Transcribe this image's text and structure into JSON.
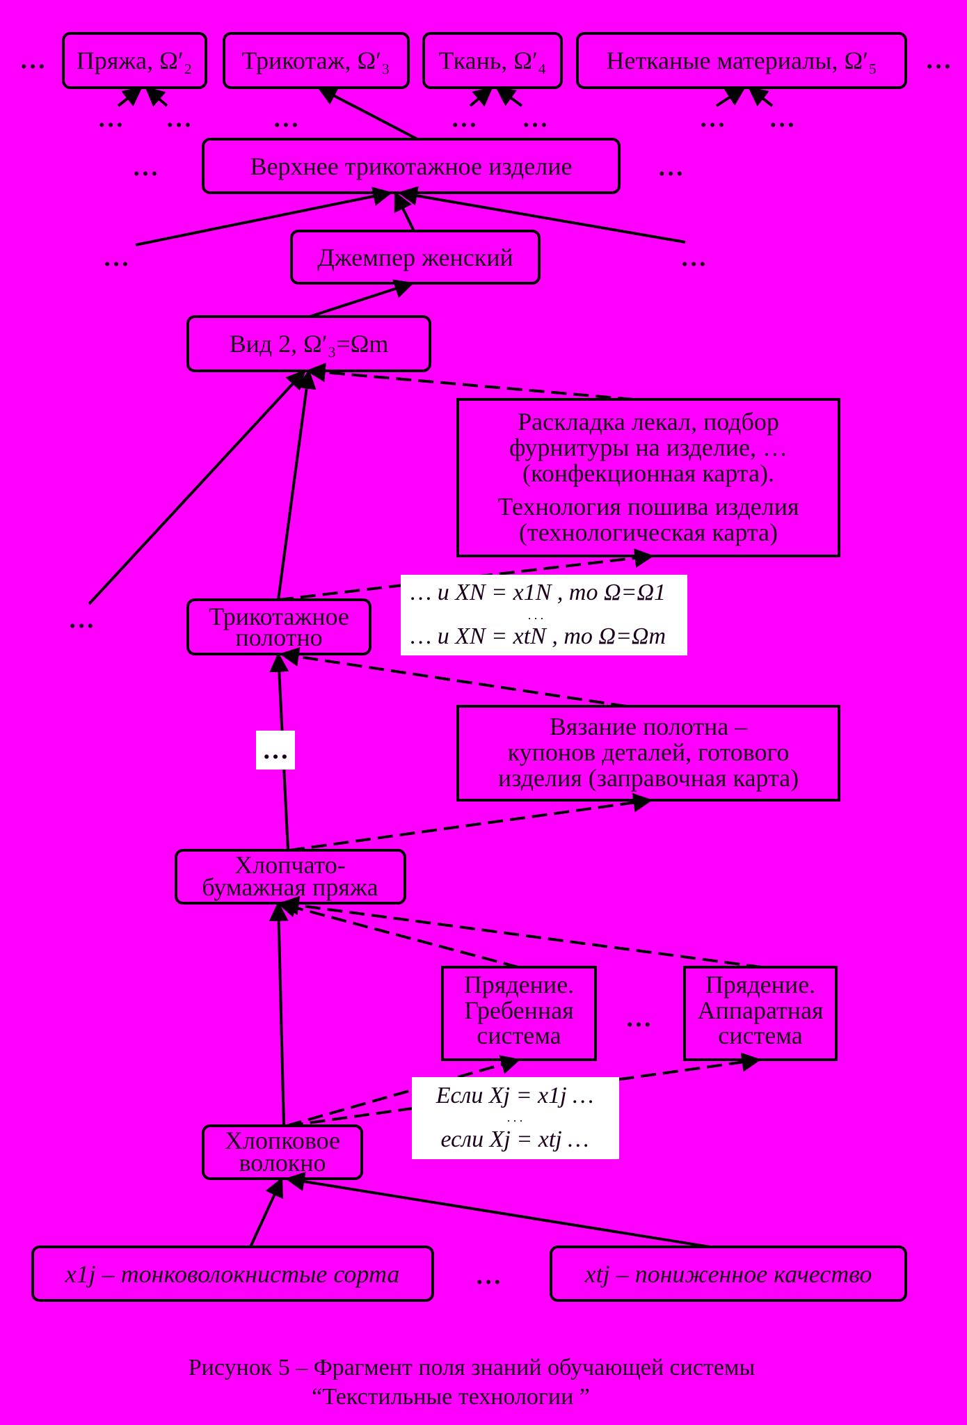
{
  "top_row": {
    "yarn": "Пряжа, Ω′₂",
    "knitwear": "Трикотаж, Ω′₃",
    "fabric": "Ткань, Ω′₄",
    "nonwoven": "Нетканые материалы, Ω′₅",
    "ellipsis": "…"
  },
  "outer_knit_product": "Верхнее трикотажное изделие",
  "jumper": "Джемпер женский",
  "kind": "Вид 2, Ω′₃=Ωm",
  "layout_card": [
    "Раскладка лекал, подбор",
    "фурнитуры на изделие, …",
    "(конфекционная карта).",
    "Технология пошива изделия",
    "(технологическая карта)"
  ],
  "rule_knit": {
    "line1": "… и XN = x1N , то Ω=Ω1",
    "dots": ". . .",
    "line2": "… и XN = xtN , то Ω=Ωm"
  },
  "knit_fabric": [
    "Трикотажное",
    "полотно"
  ],
  "mid_ellipsis": "…",
  "knitting_card": [
    "Вязание полотна –",
    "купонов деталей, готового",
    "изделия (заправочная карта)"
  ],
  "cotton_yarn": [
    "Хлопчато-",
    "бумажная пряжа"
  ],
  "spinning_combed": [
    "Прядение.",
    "Гребенная",
    "система"
  ],
  "spinning_carded": [
    "Прядение.",
    "Аппаратная",
    "система"
  ],
  "rule_fiber": {
    "line1": "Если Xj = x1j …",
    "dots": ". . .",
    "line2": "если Xj = xtj …"
  },
  "cotton_fiber": [
    "Хлопковое",
    "волокно"
  ],
  "grade_fine": "x1j – тонковолокнистые сорта",
  "grade_low": "xtj – пониженное качество",
  "caption": [
    "Рисунок 5 – Фрагмент поля знаний обучающей системы",
    "“Текстильные технологии ”"
  ],
  "colors": {
    "background": "#FF00FF",
    "line": "#000000",
    "label_box": "#FFFFFF"
  }
}
